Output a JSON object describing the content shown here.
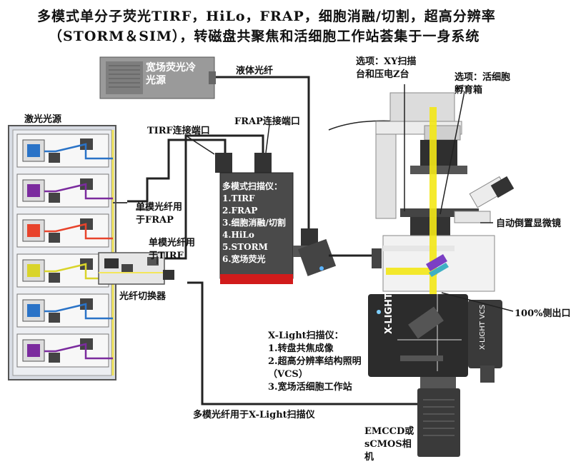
{
  "title": {
    "line1": "多模式单分子荧光TIRF，HiLo，FRAP，细胞消融/切割，超高分辨率",
    "line2": "（STORM＆SIM），转磁盘共聚焦和活细胞工作站荟集于一身系统"
  },
  "labels": {
    "wide_field_source": "宽场荧光冷光源",
    "liquid_fiber": "液体光纤",
    "xy_scan": "选项：XY扫描台和压电Z台",
    "incubator": "选项：活细胞孵育箱",
    "laser_source": "激光光源",
    "tirf_port": "TIRF连接端口",
    "frap_port": "FRAP连接端口",
    "sm_fiber_frap": "单模光纤用于FRAP",
    "sm_fiber_tirf": "单模光纤用于TIRF",
    "fiber_switch": "光纤切换器",
    "microscope": "自动倒置显微镜",
    "side_port": "100%侧出口",
    "mm_fiber_xlight": "多模光纤用于X-Light扫描仪",
    "camera": "EMCCD或sCMOS相机",
    "xlight_brand": "X-LIGHT",
    "xlight_vcs": "X-LIGHT VCS"
  },
  "scanner": {
    "title": "多模式扫描仪：",
    "items": [
      "1.TIRF",
      "2.FRAP",
      "3.细胞消融/切割",
      "4.HiLo",
      "5.STORM",
      "6.宽场荧光"
    ]
  },
  "xlight": {
    "title": "X-Light扫描仪：",
    "items": [
      "1.转盘共焦成像",
      "2.超高分辨率结构照明（VCS）",
      "3.宽场活细胞工作站"
    ]
  },
  "laser_modules": [
    {
      "color": "#2a73c7",
      "beam": "#2a73c7"
    },
    {
      "color": "#7b2b9e",
      "beam": "#7b2b9e"
    },
    {
      "color": "#e8432b",
      "beam": "#e8432b"
    },
    {
      "color": "#d9d42a",
      "beam": "#d9d42a"
    },
    {
      "color": "#2a73c7",
      "beam": "#2a73c7"
    },
    {
      "color": "#7b2b9e",
      "beam": "#7b2b9e"
    }
  ]
}
